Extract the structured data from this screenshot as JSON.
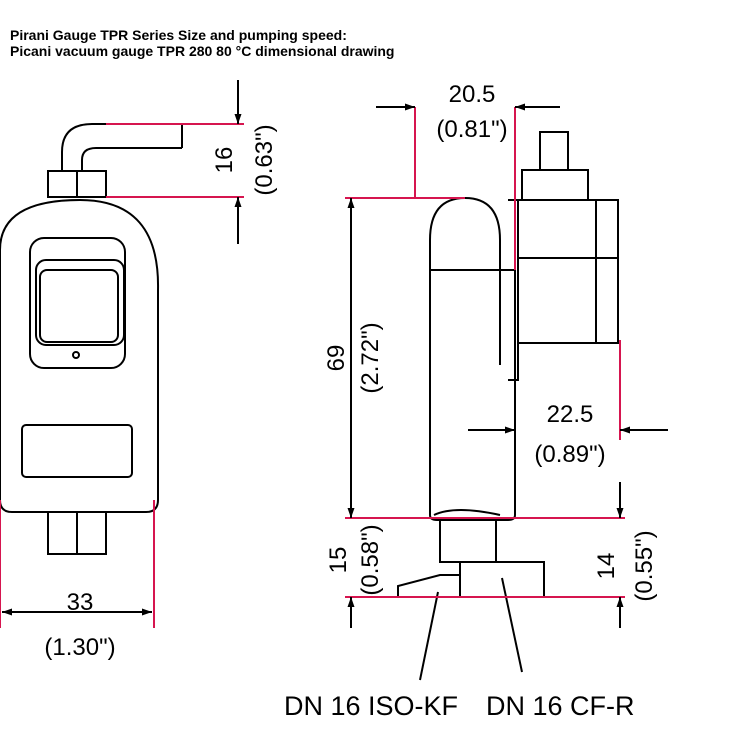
{
  "title_line1": "Pirani Gauge TPR Series Size and pumping speed:",
  "title_line2": "Picani vacuum gauge TPR 280 80 °C dimensional drawing",
  "colors": {
    "dimension_line": "#d6154f",
    "outline": "#000000",
    "background": "#ffffff"
  },
  "dimensions": {
    "top_height": {
      "mm": "16",
      "inch": "(0.63\")"
    },
    "top_width": {
      "mm": "20.5",
      "inch": "(0.81\")"
    },
    "body_height": {
      "mm": "69",
      "inch": "(2.72\")"
    },
    "offset_width": {
      "mm": "22.5",
      "inch": "(0.89\")"
    },
    "kf_height": {
      "mm": "15",
      "inch": "(0.58\")"
    },
    "cf_height": {
      "mm": "14",
      "inch": "(0.55\")"
    },
    "base_width": {
      "mm": "33",
      "inch": "(1.30\")"
    }
  },
  "flange_labels": {
    "kf": "DN 16 ISO-KF",
    "cf": "DN 16 CF-R"
  }
}
